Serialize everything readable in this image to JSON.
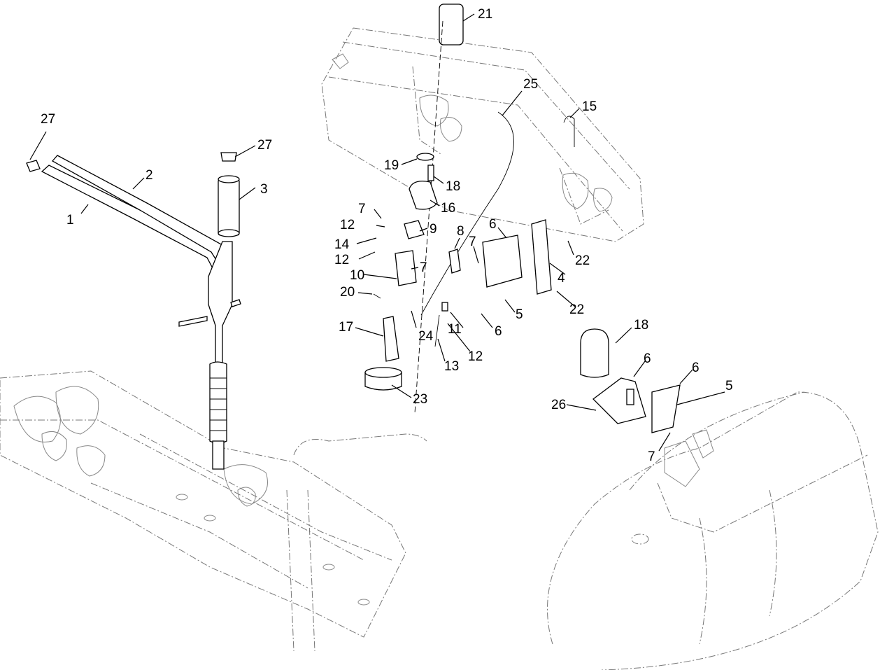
{
  "callouts": {
    "c1": "1",
    "c2": "2",
    "c3": "3",
    "c4": "4",
    "c5a": "5",
    "c5b": "5",
    "c6a": "6",
    "c6b": "6",
    "c6c": "6",
    "c6d": "6",
    "c7a": "7",
    "c7b": "7",
    "c7c": "7",
    "c7d": "7",
    "c8": "8",
    "c9": "9",
    "c10": "10",
    "c11": "11",
    "c12a": "12",
    "c12b": "12",
    "c12c": "12",
    "c13": "13",
    "c14": "14",
    "c15": "15",
    "c16": "16",
    "c17": "17",
    "c18a": "18",
    "c18b": "18",
    "c19": "19",
    "c20": "20",
    "c21": "21",
    "c22a": "22",
    "c22b": "22",
    "c23": "23",
    "c24": "24",
    "c25": "25",
    "c26": "26",
    "c27a": "27",
    "c27b": "27"
  }
}
